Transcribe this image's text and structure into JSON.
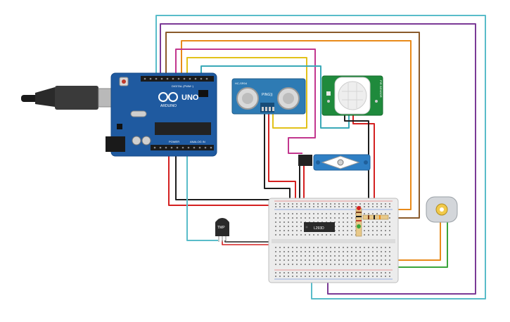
{
  "arduino": {
    "logo_text": "UNO",
    "brand_text": "ARDUINO",
    "digital_label": "DIGITAL (PWM~)",
    "power_label": "POWER",
    "analog_label": "ANALOG IN"
  },
  "ultrasonic": {
    "title": "HC-SR04",
    "model_label": "PING))"
  },
  "pir": {
    "vertical_label": "PIR SENSOR"
  },
  "temp_sensor": {
    "label": "TMP"
  },
  "ic_chip": {
    "label": "L293D"
  },
  "colors": {
    "wire_red": "#d42020",
    "wire_black": "#1e1e1e",
    "wire_cyan": "#59bcc9",
    "wire_purple": "#7b3a96",
    "wire_brown": "#8a5a2b",
    "wire_orange": "#e88a1a",
    "wire_magenta": "#c2368e",
    "wire_yellow": "#e2c21a",
    "wire_teal": "#3aa9b8",
    "wire_green": "#3aa53a",
    "board_blue": "#1f5aa0",
    "sensor_blue": "#2e7bb4",
    "pir_green": "#1f8a3c",
    "servo_blue": "#2f7fc4"
  }
}
